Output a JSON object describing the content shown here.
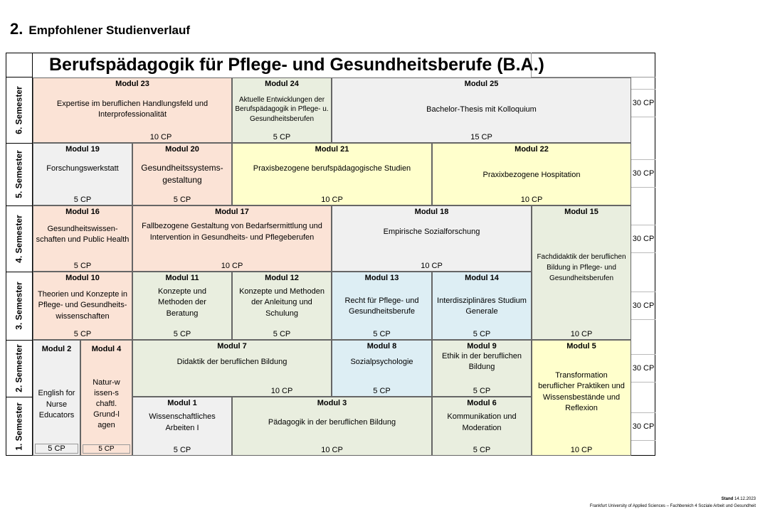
{
  "heading": {
    "number": "2.",
    "text": "Empfohlener Studienverlauf"
  },
  "table_title": "Berufspädagogik für Pflege- und Gesundheitsberufe (B.A.)",
  "semesters": [
    {
      "label": "6. Semester",
      "cp": "30 CP"
    },
    {
      "label": "5. Semester",
      "cp": "30 CP"
    },
    {
      "label": "4. Semester",
      "cp": "30 CP"
    },
    {
      "label": "3. Semester",
      "cp": "30 CP"
    },
    {
      "label": "2. Semester",
      "cp": "30 CP"
    },
    {
      "label": "1. Semester",
      "cp": "30 CP"
    }
  ],
  "modules": {
    "m23": {
      "title": "Modul 23",
      "subject": "Expertise im beruflichen Handlungsfeld und Interprofessionalität",
      "cp": "10 CP"
    },
    "m24": {
      "title": "Modul 24",
      "subject": "Aktuelle Entwicklungen der Berufspädagogik in Pflege- u. Gesundheitsberufen",
      "cp": "5 CP"
    },
    "m25": {
      "title": "Modul 25",
      "subject": "Bachelor-Thesis mit Kolloquium",
      "cp": "15 CP"
    },
    "m19": {
      "title": "Modul 19",
      "subject": "Forschungswerkstatt",
      "cp": "5 CP"
    },
    "m20": {
      "title": "Modul 20",
      "subject": "Gesundheitssystems-gestaltung",
      "cp": "5 CP"
    },
    "m21": {
      "title": "Modul 21",
      "subject": "Praxisbezogene berufspädagogische Studien",
      "cp": "10 CP"
    },
    "m22": {
      "title": "Modul 22",
      "subject": "Praxixbezogene Hospitation",
      "cp": "10 CP"
    },
    "m16": {
      "title": "Modul 16",
      "subject": "Gesundheitswissen-schaften und Public Health",
      "cp": "5 CP"
    },
    "m17": {
      "title": "Modul 17",
      "subject": "Fallbezogene Gestaltung von Bedarfsermittlung und Intervention in Gesundheits- und Pflegeberufen",
      "cp": "10 CP"
    },
    "m18": {
      "title": "Modul 18",
      "subject": "Empirische Sozialforschung",
      "cp": "10 CP"
    },
    "m15": {
      "title": "Modul 15",
      "subject": "Fachdidaktik der beruflichen Bildung in Pflege- und Gesundheitsberufen",
      "cp": "10 CP"
    },
    "m10": {
      "title": "Modul 10",
      "subject": "Theorien und Konzepte in Pflege- und Gesundheits-wissenschaften",
      "cp": "5 CP"
    },
    "m11": {
      "title": "Modul 11",
      "subject": "Konzepte und Methoden der Beratung",
      "cp": "5 CP"
    },
    "m12": {
      "title": "Modul 12",
      "subject": "Konzepte und Methoden der Anleitung und Schulung",
      "cp": "5 CP"
    },
    "m13": {
      "title": "Modul 13",
      "subject": "Recht für Pflege- und Gesundheitsberufe",
      "cp": "5 CP"
    },
    "m14": {
      "title": "Modul 14",
      "subject": "Interdisziplinäres Studium Generale",
      "cp": "5 CP"
    },
    "m2": {
      "title": "Modul 2",
      "subject": "English for Nurse Educators",
      "cp": "5 CP"
    },
    "m4": {
      "title": "Modul 4",
      "subject": "Natur-wissen-schaftl. Grund-lagen",
      "cp": "5 CP"
    },
    "m7": {
      "title": "Modul 7",
      "subject": "Didaktik der beruflichen Bildung",
      "cp": "10 CP"
    },
    "m8": {
      "title": "Modul 8",
      "subject": "Sozialpsychologie",
      "cp": "5 CP"
    },
    "m9": {
      "title": "Modul 9",
      "subject": "Ethik in der beruflichen Bildung",
      "cp": "5 CP"
    },
    "m5": {
      "title": "Modul 5",
      "subject": "Transformation beruflicher Praktiken und Wissensbestände und Reflexion",
      "cp": "10 CP"
    },
    "m1": {
      "title": "Modul 1",
      "subject": "Wissenschaftliches Arbeiten I",
      "cp": "5 CP"
    },
    "m3": {
      "title": "Modul 3",
      "subject": "Pädagogik in der beruflichen Bildung",
      "cp": "10 CP"
    },
    "m6": {
      "title": "Modul 6",
      "subject": "Kommunikation und Moderation",
      "cp": "5 CP"
    }
  },
  "footer": {
    "stand_label": "Stand",
    "stand_date": "14.12.2023",
    "institution": "Frankfurt University of Applied Sciences – Fachbereich 4 Soziale Arbeit und Gesundheit"
  },
  "colors": {
    "orange": "#fbe3d6",
    "green": "#e9eedf",
    "gray": "#f0f0f0",
    "yellow": "#ffffcc",
    "blue": "#ddeef4"
  }
}
